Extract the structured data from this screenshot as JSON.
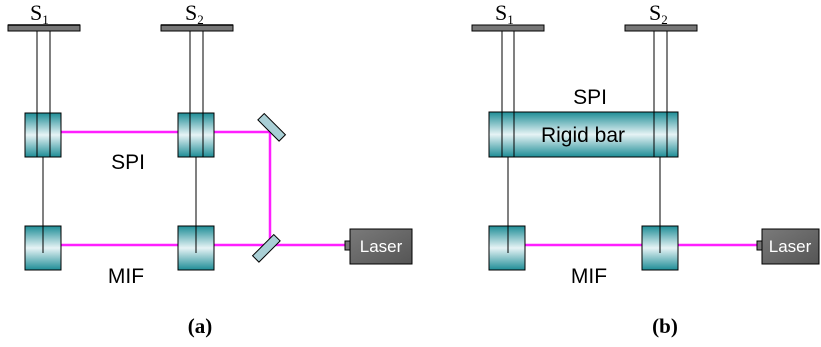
{
  "panel_a": {
    "source_left_label": "S",
    "source_left_sub": "1",
    "source_right_label": "S",
    "source_right_sub": "2",
    "spi_label": "SPI",
    "mif_label": "MIF",
    "laser_label": "Laser",
    "caption": "(a)"
  },
  "panel_b": {
    "source_left_label": "S",
    "source_left_sub": "1",
    "source_right_label": "S",
    "source_right_sub": "2",
    "spi_label": "SPI",
    "rigid_bar_label": "Rigid bar",
    "mif_label": "MIF",
    "laser_label": "Laser",
    "caption": "(b)"
  },
  "colors": {
    "beam": "#ff1fff",
    "block_dark": "#1e8d96",
    "block_light": "#e6f3f5",
    "mirror_fill": "#a9cfd5",
    "laser_fill": "#6d6d6d",
    "laser_text": "#ffffff",
    "line": "#000000"
  }
}
